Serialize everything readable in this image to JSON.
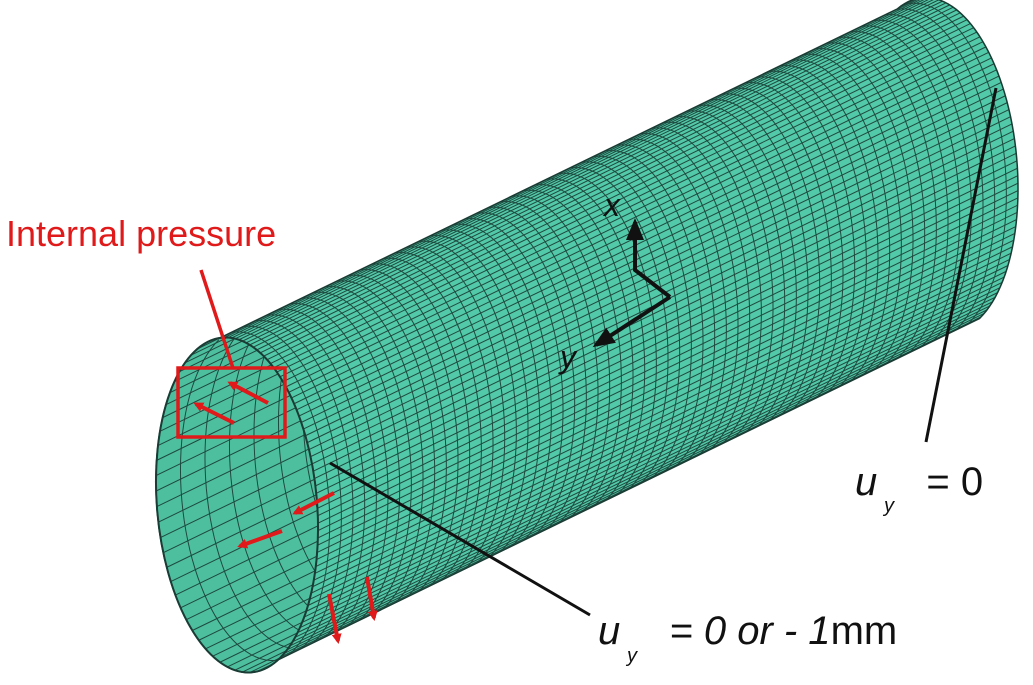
{
  "labels": {
    "internal_pressure": "Internal pressure",
    "axis_x": "x",
    "axis_y": "y",
    "bc_right": {
      "symbol": "u",
      "subscript": "y",
      "rest": " = 0"
    },
    "bc_left": {
      "symbol": "u",
      "subscript": "y",
      "rest_italic": " = 0 or - 1",
      "rest_unit": "mm"
    }
  },
  "colors": {
    "mesh_fill": "#52c9a8",
    "mesh_fill_dark": "#3fae90",
    "mesh_line": "#1a3c34",
    "pressure": "#e01a1a",
    "leader": "#111111"
  }
}
